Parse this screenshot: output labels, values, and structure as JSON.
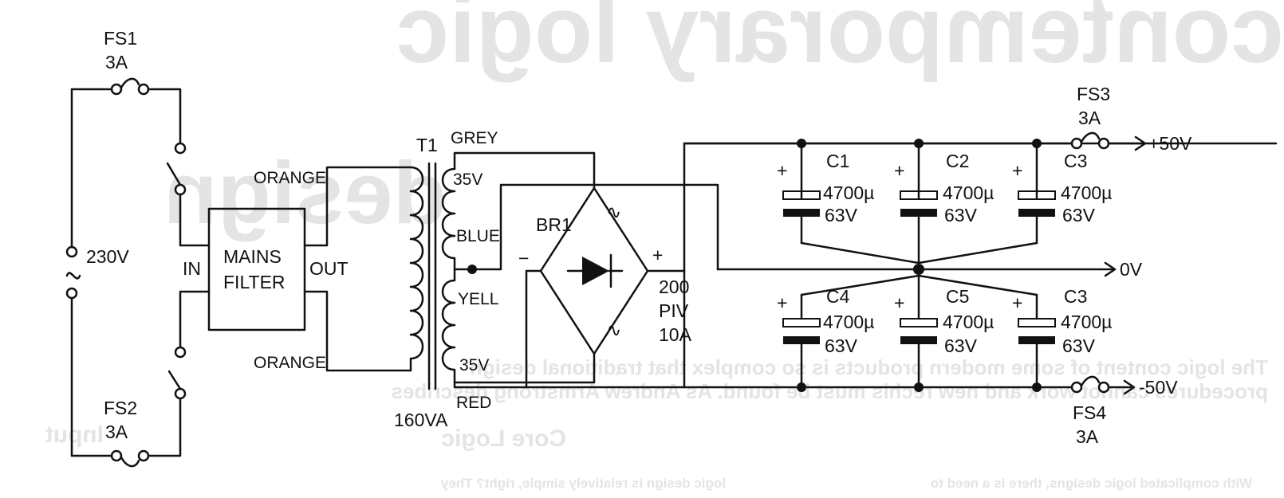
{
  "fuses": {
    "fs1": {
      "ref": "FS1",
      "rating": "3A"
    },
    "fs2": {
      "ref": "FS2",
      "rating": "3A"
    },
    "fs3": {
      "ref": "FS3",
      "rating": "3A"
    },
    "fs4": {
      "ref": "FS4",
      "rating": "3A"
    }
  },
  "mains": {
    "voltage": "230V"
  },
  "filter": {
    "line1": "MAINS",
    "line2": "FILTER",
    "in_label": "IN",
    "out_label": "OUT"
  },
  "transformer": {
    "ref": "T1",
    "rating": "160VA",
    "primary_top": "ORANGE",
    "primary_bottom": "ORANGE",
    "secondary": {
      "grey": "GREY",
      "v_top": "35V",
      "blue": "BLUE",
      "yell": "YELL",
      "v_bottom": "35V",
      "red": "RED"
    }
  },
  "bridge": {
    "ref": "BR1",
    "minus": "−",
    "plus": "+",
    "piv": "200",
    "piv_unit": "PIV",
    "current": "10A",
    "ac_symbol": "∿"
  },
  "capacitors": [
    {
      "ref": "C1",
      "value": "4700µ",
      "voltage": "63V",
      "plus": "+"
    },
    {
      "ref": "C2",
      "value": "4700µ",
      "voltage": "63V",
      "plus": "+"
    },
    {
      "ref": "C3",
      "value": "4700µ",
      "voltage": "63V",
      "plus": "+"
    },
    {
      "ref": "C4",
      "value": "4700µ",
      "voltage": "63V",
      "plus": "+"
    },
    {
      "ref": "C5",
      "value": "4700µ",
      "voltage": "63V",
      "plus": "+"
    },
    {
      "ref": "C3",
      "value": "4700µ",
      "voltage": "63V",
      "plus": "+"
    }
  ],
  "outputs": {
    "pos": "+50V",
    "zero": "0V",
    "neg": "-50V"
  },
  "bleed_through": {
    "headline1": "contemporary logic",
    "headline2": "design",
    "caption1": "The logic content of some modern products is so complex that traditional design",
    "caption2": "procedures cannot work and new rechis must be found. As Andrew Armstrong describes",
    "subhead1": "Input",
    "subhead2": "Core Logic",
    "body1": "logic design is relatively simple, right? They",
    "body2": "With complicated logic designs, there is a need to"
  }
}
